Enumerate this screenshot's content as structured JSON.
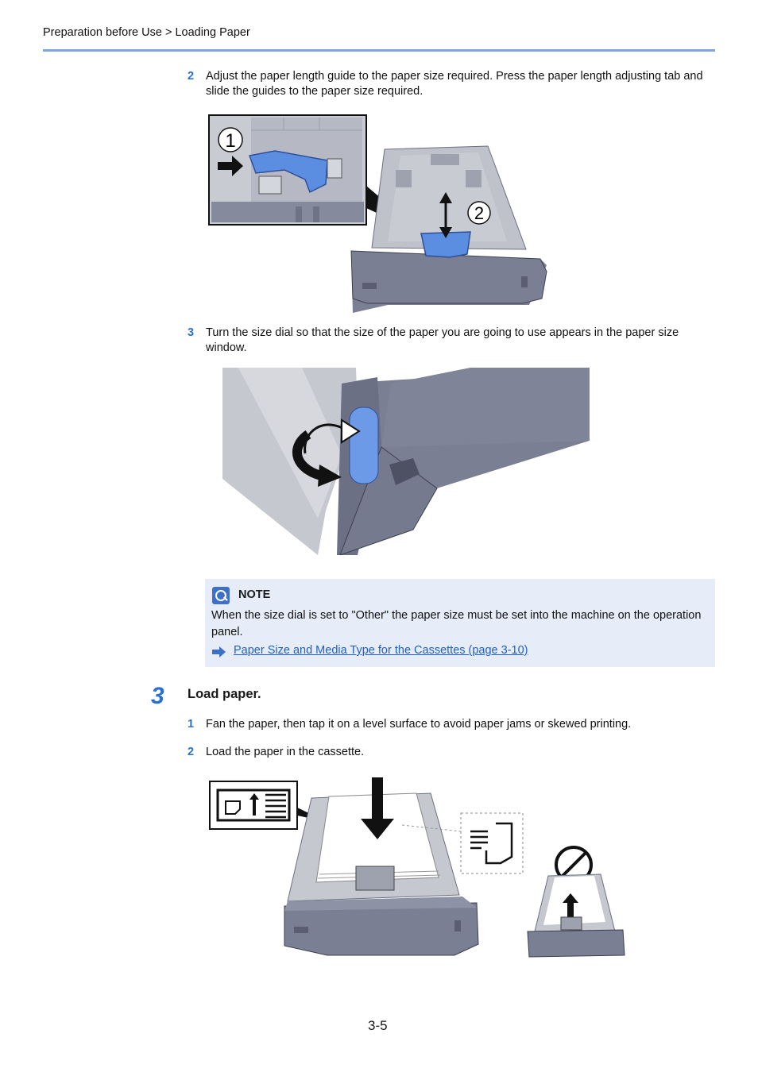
{
  "header": {
    "breadcrumb": "Preparation before Use > Loading Paper"
  },
  "substep_2": {
    "number": "2",
    "text": "Adjust the paper length guide to the paper size required. Press the paper length adjusting tab and slide the guides to the paper size required."
  },
  "figure1": {
    "callout_1": "1",
    "callout_2": "2"
  },
  "substep_3": {
    "number": "3",
    "text": "Turn the size dial so that the size of the paper you are going to use appears in the paper size window."
  },
  "note": {
    "title": "NOTE",
    "body": "When the size dial is set to \"Other\" the paper size must be set into the machine on the operation panel.",
    "link": "Paper Size and Media Type for the Cassettes (page 3-10)"
  },
  "step3": {
    "number": "3",
    "title": "Load paper.",
    "items": [
      {
        "number": "1",
        "text": "Fan the paper, then tap it on a level surface to avoid paper jams or skewed printing."
      },
      {
        "number": "2",
        "text": "Load the paper in the cassette."
      }
    ]
  },
  "footer": {
    "page_number": "3-5"
  },
  "colors": {
    "accent": "#2a6fd6",
    "rule": "#7fa6dc",
    "note_bg": "#e6edf9",
    "tray": "#7b7f94",
    "guide_blue": "#5b8de0"
  }
}
